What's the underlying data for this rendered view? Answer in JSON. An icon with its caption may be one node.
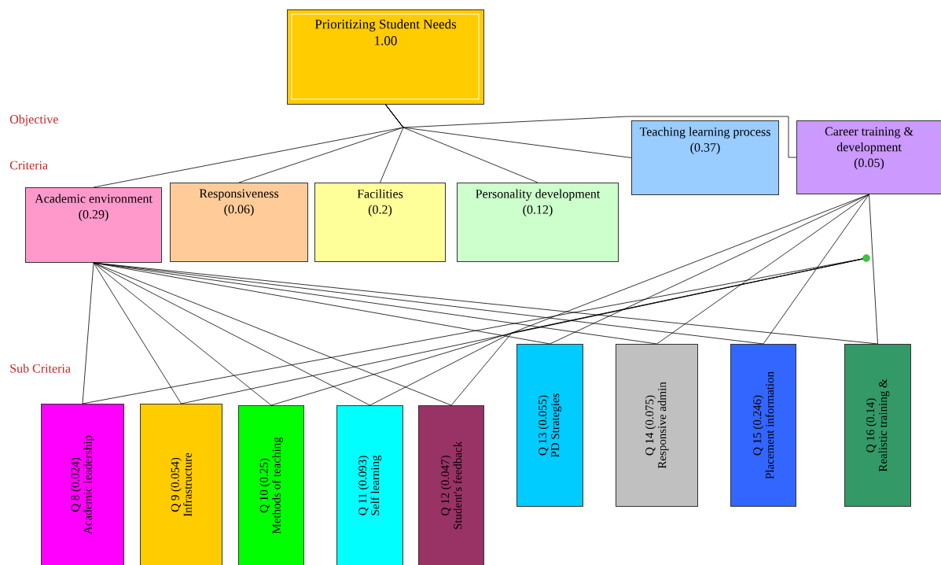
{
  "diagram": {
    "nodes": [
      {
        "text": [
          "Prioritizing Student Needs",
          "1.00"
        ]
      },
      {
        "text": [
          "Academic environment",
          "(0.29)"
        ]
      },
      {
        "text": [
          "Responsiveness",
          "(0.06)"
        ]
      },
      {
        "text": [
          "Facilities",
          "(0.2)"
        ]
      },
      {
        "text": [
          "Personality development",
          "(0.12)"
        ]
      },
      {
        "text": [
          "Teaching learning process",
          "(0.37)"
        ]
      },
      {
        "text": [
          "Career training & development",
          "(0.05)"
        ]
      },
      {
        "text": [
          "Q 8 (0.024)",
          "Academic leadership"
        ]
      },
      {
        "text": [
          "Q 9 (0.054)",
          "Infrastructure"
        ]
      },
      {
        "text": [
          "Q 10 (0.25)",
          "Methods of teaching"
        ]
      },
      {
        "text": [
          "Q 11 (0.093)",
          "Self learning"
        ]
      },
      {
        "text": [
          "Q 12 (0.047)",
          "Student's feedback"
        ]
      },
      {
        "text": [
          "Q 13 (0.055)",
          "PD Strategies"
        ]
      },
      {
        "text": [
          "Q 14 (0.075)",
          "Responsive admin"
        ]
      },
      {
        "text": [
          "Q 15 (0.246)",
          "Placement information"
        ]
      },
      {
        "text": [
          "Q 16 (0.14)",
          "Realistic training &"
        ]
      },
      {
        "text": [],
        "shape": "circle"
      }
    ],
    "edges": [
      {
        "from": 0,
        "to": 1,
        "arrow": "none"
      },
      {
        "from": 0,
        "to": 2,
        "arrow": "none"
      },
      {
        "from": 0,
        "to": 3,
        "arrow": "none"
      },
      {
        "from": 0,
        "to": 4,
        "arrow": "none"
      },
      {
        "from": 0,
        "to": 5,
        "arrow": "none"
      },
      {
        "from": 0,
        "to": 6,
        "arrow": "none"
      },
      {
        "from": 1,
        "to": 7,
        "arrow": "none"
      },
      {
        "from": 1,
        "to": 8,
        "arrow": "none"
      },
      {
        "from": 1,
        "to": 9,
        "arrow": "none"
      },
      {
        "from": 1,
        "to": 10,
        "arrow": "none"
      },
      {
        "from": 1,
        "to": 11,
        "arrow": "none"
      },
      {
        "from": 1,
        "to": 12,
        "arrow": "none"
      },
      {
        "from": 1,
        "to": 13,
        "arrow": "none"
      },
      {
        "from": 1,
        "to": 14,
        "arrow": "none"
      },
      {
        "from": 1,
        "to": 15,
        "arrow": "none"
      },
      {
        "from": 16,
        "to": 7,
        "arrow": "none"
      },
      {
        "from": 16,
        "to": 8,
        "arrow": "none"
      },
      {
        "from": 16,
        "to": 9,
        "arrow": "none"
      },
      {
        "from": 16,
        "to": 10,
        "arrow": "none"
      },
      {
        "from": 6,
        "to": 11,
        "arrow": "none"
      },
      {
        "from": 6,
        "to": 12,
        "arrow": "none"
      },
      {
        "from": 6,
        "to": 13,
        "arrow": "none"
      },
      {
        "from": 6,
        "to": 14,
        "arrow": "none"
      },
      {
        "from": 6,
        "to": 15,
        "arrow": "none"
      }
    ],
    "labels": [
      "Objective",
      "Criteria",
      "Sub Criteria"
    ]
  }
}
